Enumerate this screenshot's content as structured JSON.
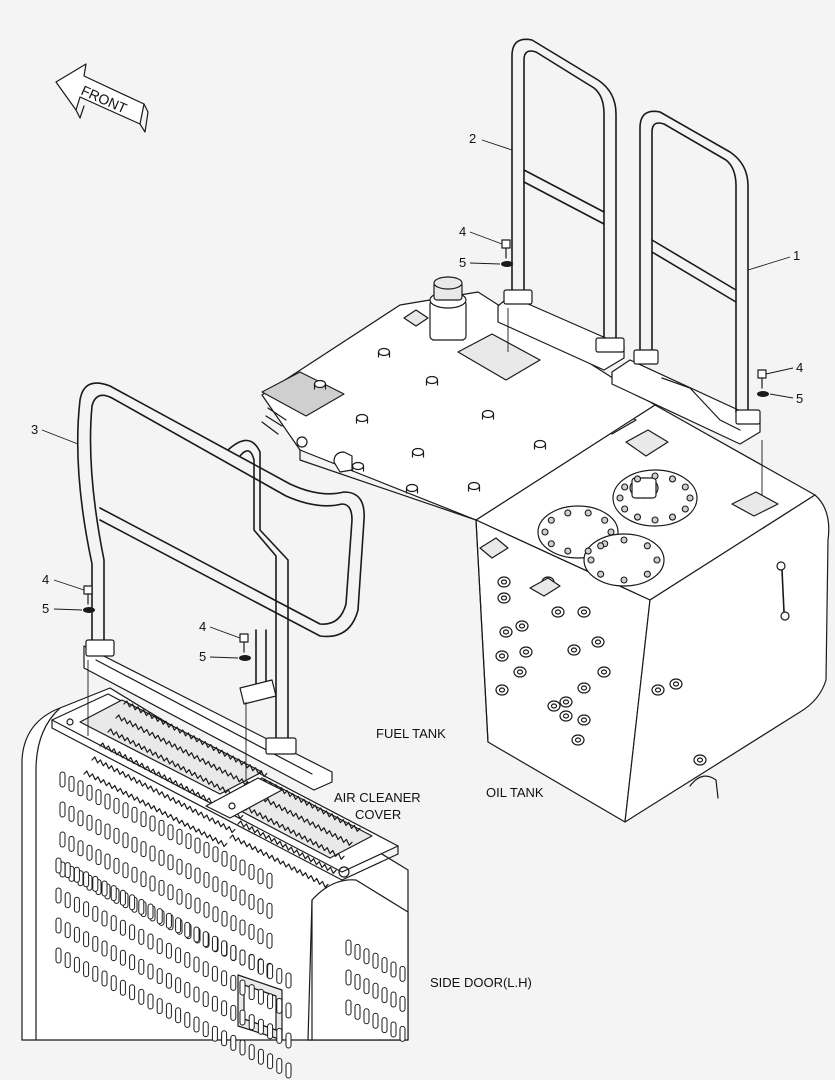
{
  "front_label": "FRONT",
  "callouts": {
    "handrail_rear": "1",
    "handrail_mid": "2",
    "handrail_front": "3",
    "bolt": "4",
    "washer": "5"
  },
  "labels": {
    "fuel_tank": "FUEL TANK",
    "oil_tank": "OIL TANK",
    "air_cleaner_line1": "AIR CLEANER",
    "air_cleaner_line2": "COVER",
    "side_door": "SIDE DOOR(L.H)"
  }
}
